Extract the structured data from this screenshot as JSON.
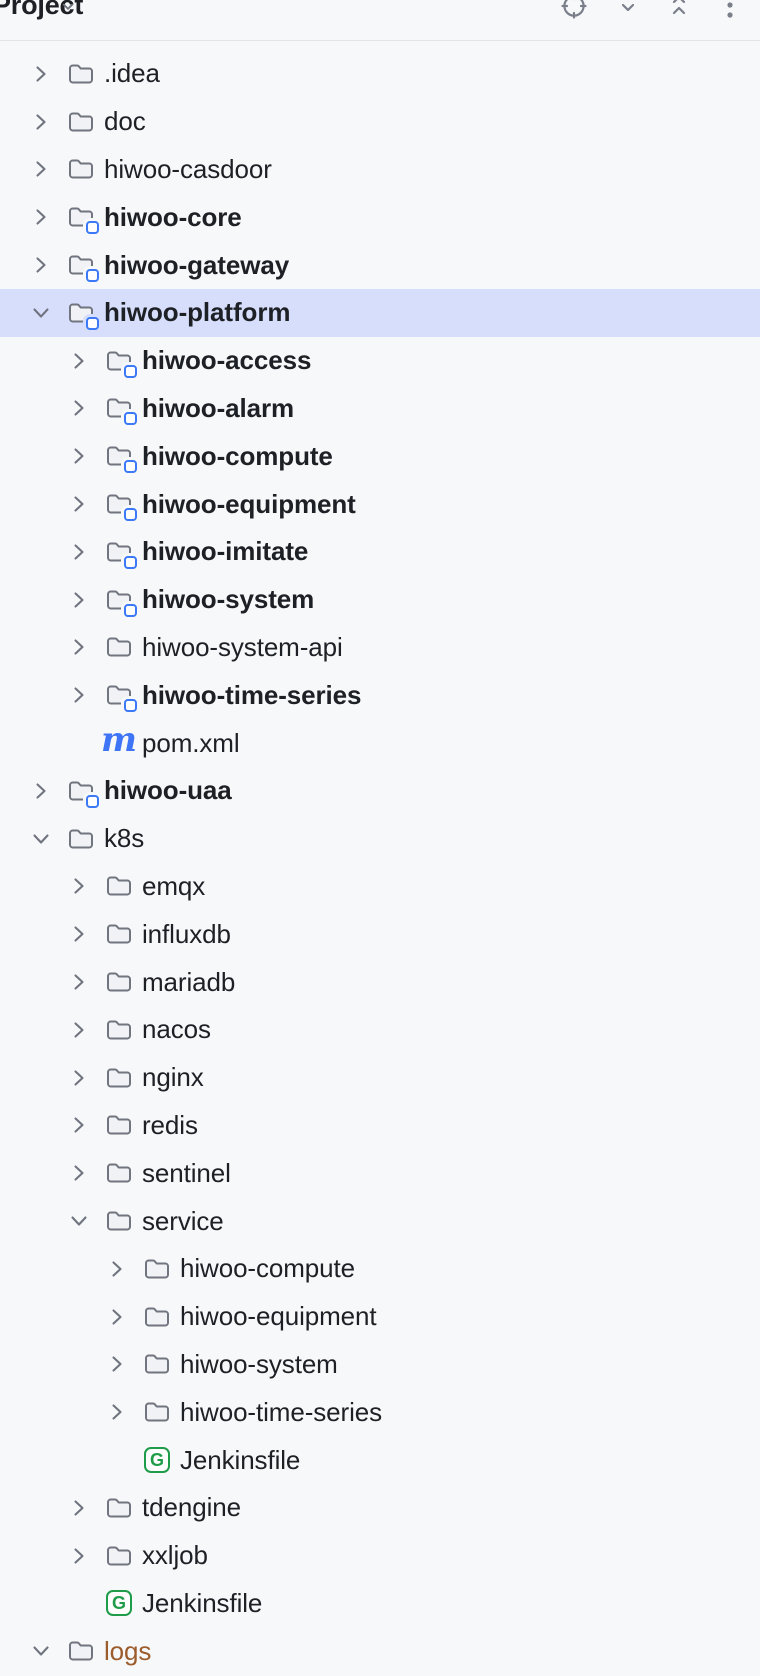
{
  "header": {
    "title": "Project",
    "icons": [
      {
        "name": "select-opened-file-icon"
      },
      {
        "name": "expand-all-icon"
      },
      {
        "name": "collapse-all-icon"
      },
      {
        "name": "more-options-icon"
      }
    ]
  },
  "icons": {
    "maven_glyph": "m",
    "groovy_glyph": "G"
  },
  "colors": {
    "panel_bg": "#f7f8fa",
    "selection_bg": "#d7defb",
    "module_badge_blue": "#3b79f7",
    "maven_blue": "#3e74f6",
    "groovy_green": "#1f9c49",
    "ignored_brown": "#9c5c2c",
    "icon_gray": "#70757f"
  },
  "tree": {
    "items": [
      {
        "label": ".idea",
        "level": 0,
        "icon": "folder",
        "expand": "collapsed",
        "bold": false,
        "selected": false
      },
      {
        "label": "doc",
        "level": 0,
        "icon": "folder",
        "expand": "collapsed",
        "bold": false,
        "selected": false
      },
      {
        "label": "hiwoo-casdoor",
        "level": 0,
        "icon": "folder",
        "expand": "collapsed",
        "bold": false,
        "selected": false
      },
      {
        "label": "hiwoo-core",
        "level": 0,
        "icon": "module",
        "expand": "collapsed",
        "bold": true,
        "selected": false
      },
      {
        "label": "hiwoo-gateway",
        "level": 0,
        "icon": "module",
        "expand": "collapsed",
        "bold": true,
        "selected": false
      },
      {
        "label": "hiwoo-platform",
        "level": 0,
        "icon": "module",
        "expand": "expanded",
        "bold": true,
        "selected": true
      },
      {
        "label": "hiwoo-access",
        "level": 1,
        "icon": "module",
        "expand": "collapsed",
        "bold": true,
        "selected": false
      },
      {
        "label": "hiwoo-alarm",
        "level": 1,
        "icon": "module",
        "expand": "collapsed",
        "bold": true,
        "selected": false
      },
      {
        "label": "hiwoo-compute",
        "level": 1,
        "icon": "module",
        "expand": "collapsed",
        "bold": true,
        "selected": false
      },
      {
        "label": "hiwoo-equipment",
        "level": 1,
        "icon": "module",
        "expand": "collapsed",
        "bold": true,
        "selected": false
      },
      {
        "label": "hiwoo-imitate",
        "level": 1,
        "icon": "module",
        "expand": "collapsed",
        "bold": true,
        "selected": false
      },
      {
        "label": "hiwoo-system",
        "level": 1,
        "icon": "module",
        "expand": "collapsed",
        "bold": true,
        "selected": false
      },
      {
        "label": "hiwoo-system-api",
        "level": 1,
        "icon": "folder",
        "expand": "collapsed",
        "bold": false,
        "selected": false
      },
      {
        "label": "hiwoo-time-series",
        "level": 1,
        "icon": "module",
        "expand": "collapsed",
        "bold": true,
        "selected": false
      },
      {
        "label": "pom.xml",
        "level": 1,
        "icon": "maven",
        "expand": "none",
        "bold": false,
        "selected": false
      },
      {
        "label": "hiwoo-uaa",
        "level": 0,
        "icon": "module",
        "expand": "collapsed",
        "bold": true,
        "selected": false
      },
      {
        "label": "k8s",
        "level": 0,
        "icon": "folder",
        "expand": "expanded",
        "bold": false,
        "selected": false
      },
      {
        "label": "emqx",
        "level": 1,
        "icon": "folder",
        "expand": "collapsed",
        "bold": false,
        "selected": false
      },
      {
        "label": "influxdb",
        "level": 1,
        "icon": "folder",
        "expand": "collapsed",
        "bold": false,
        "selected": false
      },
      {
        "label": "mariadb",
        "level": 1,
        "icon": "folder",
        "expand": "collapsed",
        "bold": false,
        "selected": false
      },
      {
        "label": "nacos",
        "level": 1,
        "icon": "folder",
        "expand": "collapsed",
        "bold": false,
        "selected": false
      },
      {
        "label": "nginx",
        "level": 1,
        "icon": "folder",
        "expand": "collapsed",
        "bold": false,
        "selected": false
      },
      {
        "label": "redis",
        "level": 1,
        "icon": "folder",
        "expand": "collapsed",
        "bold": false,
        "selected": false
      },
      {
        "label": "sentinel",
        "level": 1,
        "icon": "folder",
        "expand": "collapsed",
        "bold": false,
        "selected": false
      },
      {
        "label": "service",
        "level": 1,
        "icon": "folder",
        "expand": "expanded",
        "bold": false,
        "selected": false
      },
      {
        "label": "hiwoo-compute",
        "level": 2,
        "icon": "folder",
        "expand": "collapsed",
        "bold": false,
        "selected": false
      },
      {
        "label": "hiwoo-equipment",
        "level": 2,
        "icon": "folder",
        "expand": "collapsed",
        "bold": false,
        "selected": false
      },
      {
        "label": "hiwoo-system",
        "level": 2,
        "icon": "folder",
        "expand": "collapsed",
        "bold": false,
        "selected": false
      },
      {
        "label": "hiwoo-time-series",
        "level": 2,
        "icon": "folder",
        "expand": "collapsed",
        "bold": false,
        "selected": false
      },
      {
        "label": "Jenkinsfile",
        "level": 2,
        "icon": "groovy",
        "expand": "none",
        "bold": false,
        "selected": false
      },
      {
        "label": "tdengine",
        "level": 1,
        "icon": "folder",
        "expand": "collapsed",
        "bold": false,
        "selected": false
      },
      {
        "label": "xxljob",
        "level": 1,
        "icon": "folder",
        "expand": "collapsed",
        "bold": false,
        "selected": false
      },
      {
        "label": "Jenkinsfile",
        "level": 1,
        "icon": "groovy",
        "expand": "none",
        "bold": false,
        "selected": false
      },
      {
        "label": "logs",
        "level": 0,
        "icon": "folder",
        "expand": "expanded",
        "bold": false,
        "selected": false,
        "ignored": true
      }
    ]
  }
}
